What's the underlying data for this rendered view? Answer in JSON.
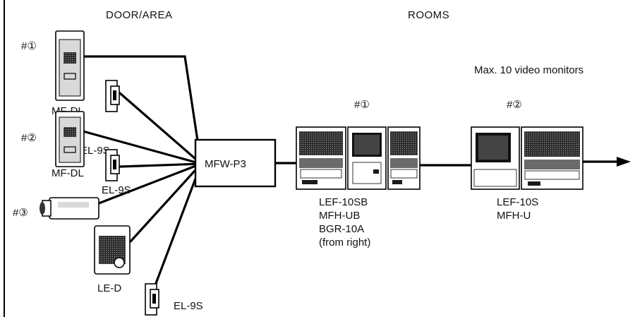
{
  "headers": {
    "door_area": "DOOR/AREA",
    "rooms": "ROOMS"
  },
  "note": "Max. 10 video monitors",
  "door_units": [
    {
      "marker": "#①",
      "model": "MF-DL"
    },
    {
      "marker": "#②",
      "model": "MF-DL"
    },
    {
      "marker": "#③",
      "model": ""
    }
  ],
  "release_labels": [
    "EL-9S",
    "EL-9S",
    "EL-9S"
  ],
  "le_d_label": "LE-D",
  "switcher_label": "MFW-P3",
  "room1": {
    "marker": "#①",
    "lines": [
      "LEF-10SB",
      "MFH-UB",
      "BGR-10A",
      "(from right)"
    ]
  },
  "room2": {
    "marker": "#②",
    "lines": [
      "LEF-10S",
      "MFH-U"
    ]
  }
}
